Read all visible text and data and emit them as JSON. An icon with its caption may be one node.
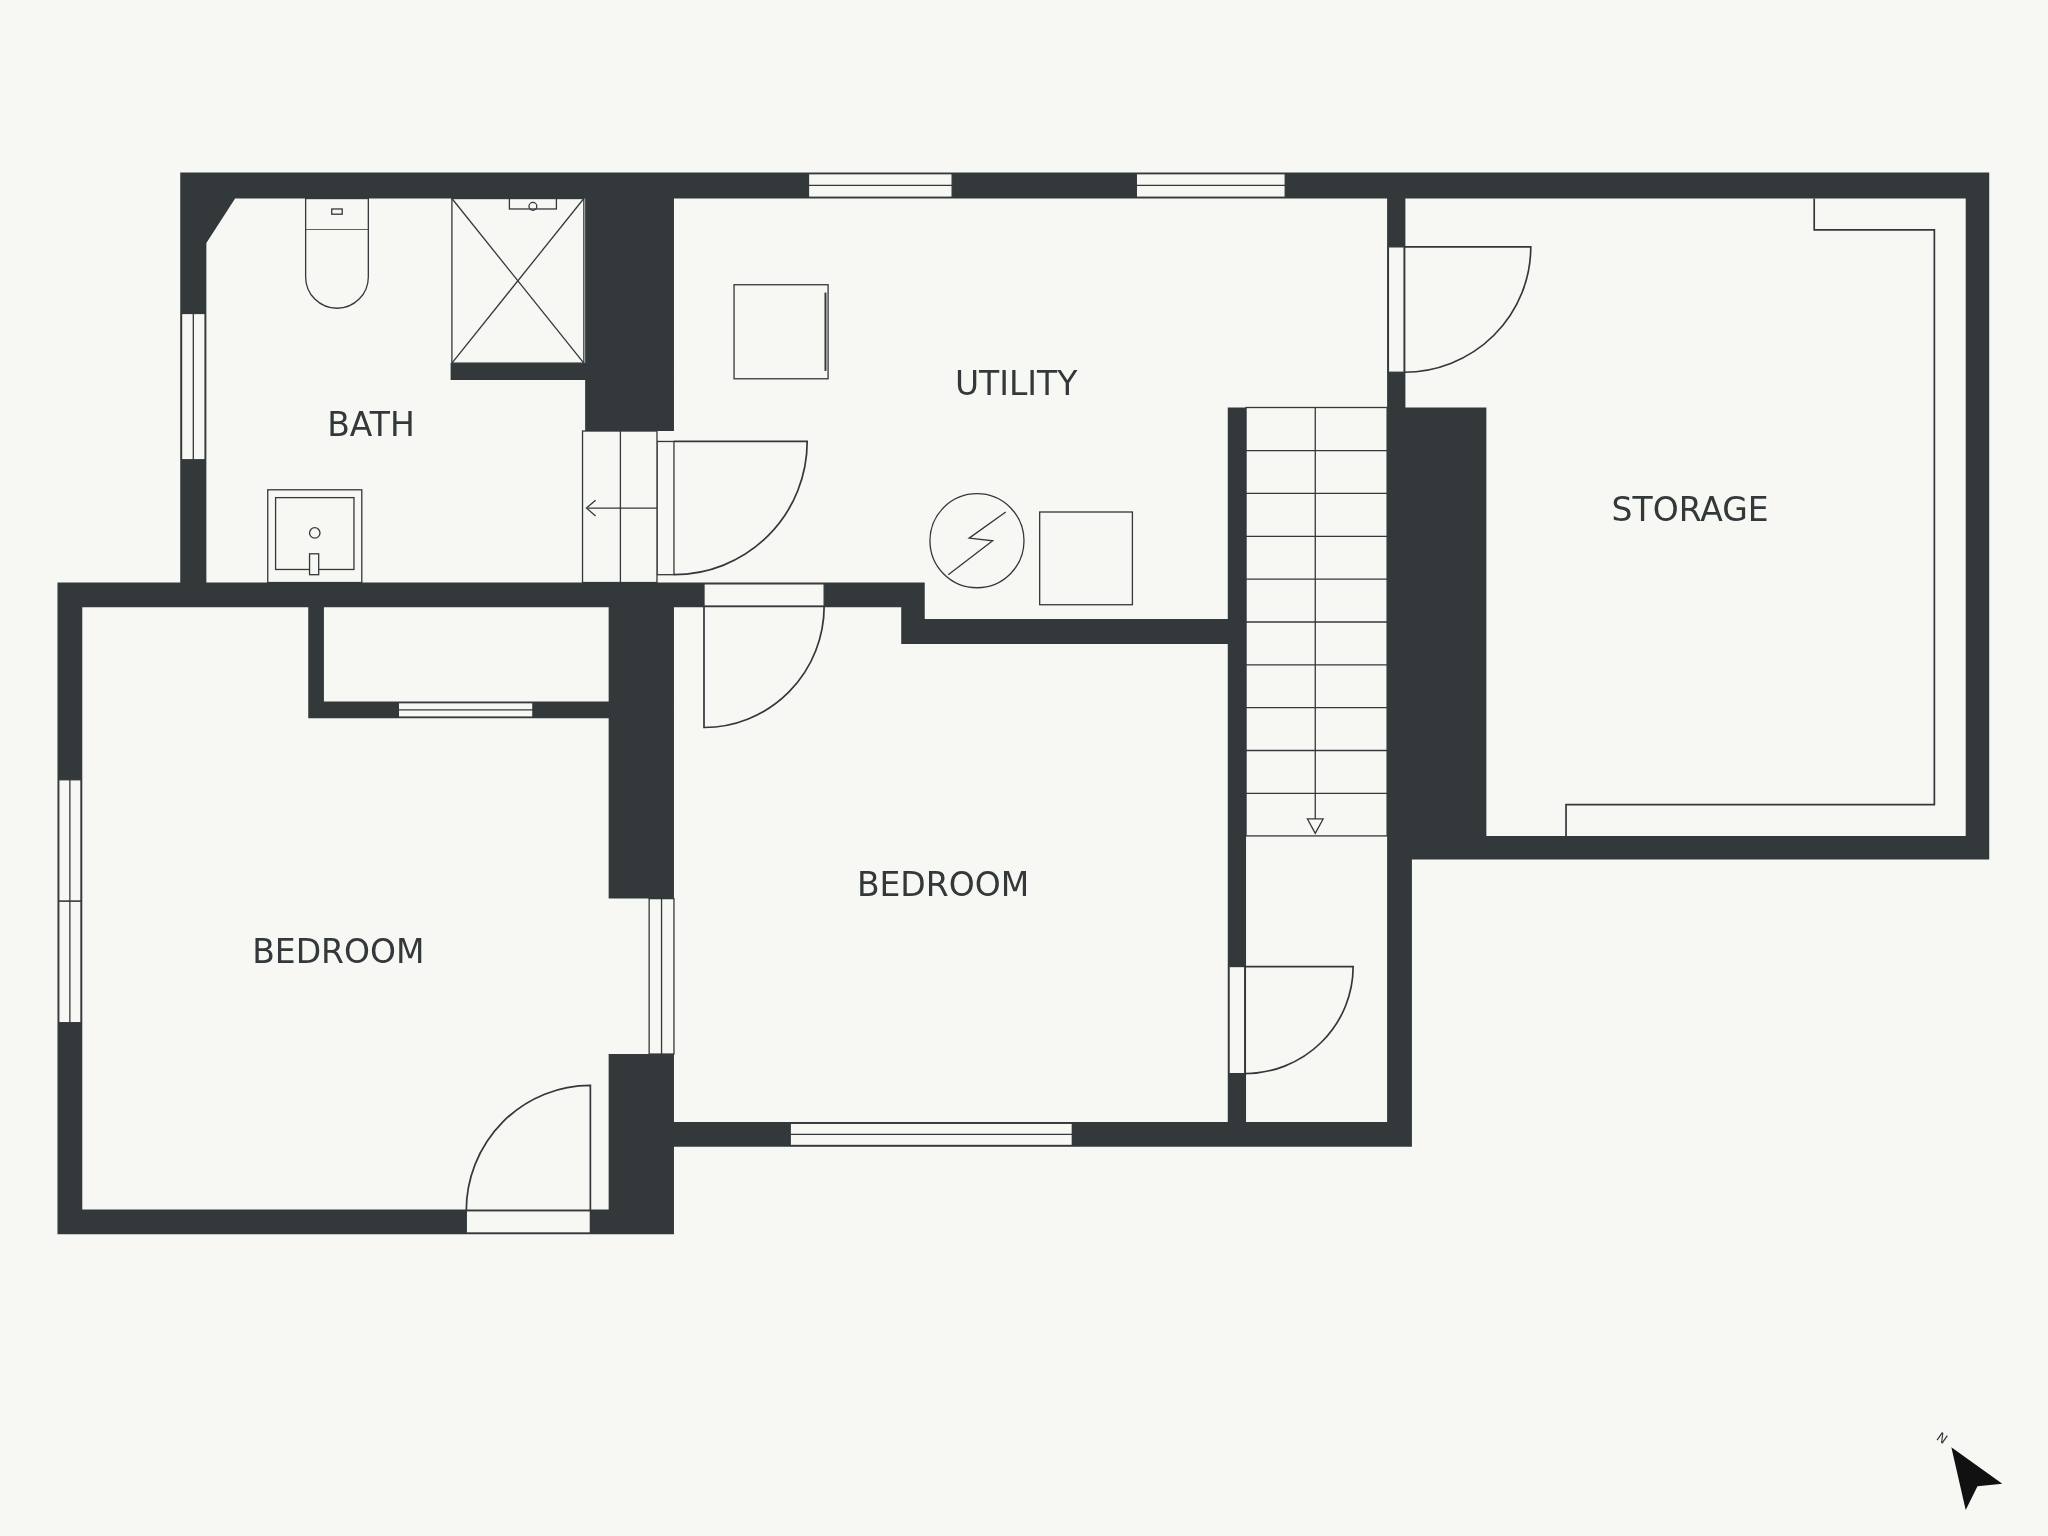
{
  "diagram": {
    "nodes": [
      {
        "text": [
          "UTILITY"
        ]
      },
      {
        "text": [
          "BATH"
        ]
      },
      {
        "text": [
          "STORAGE"
        ]
      },
      {
        "text": [
          "BEDROOM"
        ]
      },
      {
        "text": [
          "BEDROOM"
        ]
      }
    ],
    "labels": [
      "N"
    ]
  }
}
